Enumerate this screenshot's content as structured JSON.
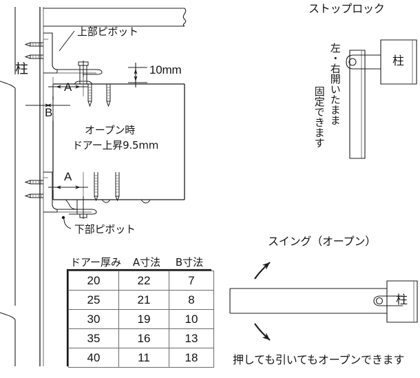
{
  "figure": {
    "title_left": "",
    "labels": {
      "pillar": "柱",
      "upper_pivot": "上部ピボット",
      "lower_pivot": "下部ピボット",
      "dim_10mm": "10mm",
      "dim_A": "A",
      "dim_B": "B",
      "open_note_line1": "オープン時",
      "open_note_line2": "ドアー上昇9.5mm"
    }
  },
  "table": {
    "headers": [
      "ドアー厚み",
      "A寸法",
      "B寸法"
    ],
    "rows": [
      [
        "20",
        "22",
        "7"
      ],
      [
        "25",
        "21",
        "8"
      ],
      [
        "30",
        "19",
        "10"
      ],
      [
        "35",
        "16",
        "13"
      ],
      [
        "40",
        "11",
        "18"
      ]
    ]
  },
  "stoplock": {
    "title": "ストップロック",
    "vertical_text_right": "左・右開いたまま",
    "vertical_text_left": "固定できます",
    "pillar_label": "柱"
  },
  "swing": {
    "title": "スイング（オープン）",
    "pillar_label": "柱",
    "caption": "押しても引いてもオープンできます"
  },
  "colors": {
    "line": "#1b1b1b",
    "thin_line": "#6a6a6a",
    "text": "#141414",
    "background": "#ffffff",
    "fill_light": "#ffffff"
  }
}
